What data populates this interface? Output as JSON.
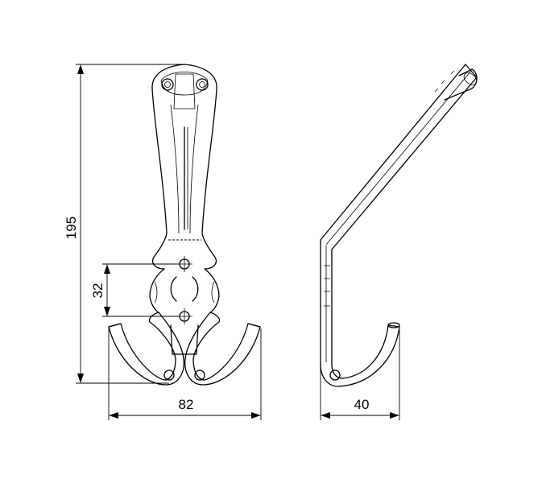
{
  "dimensions": {
    "overall_height": "195",
    "hole_spacing": "32",
    "front_width": "82",
    "side_depth": "40"
  }
}
